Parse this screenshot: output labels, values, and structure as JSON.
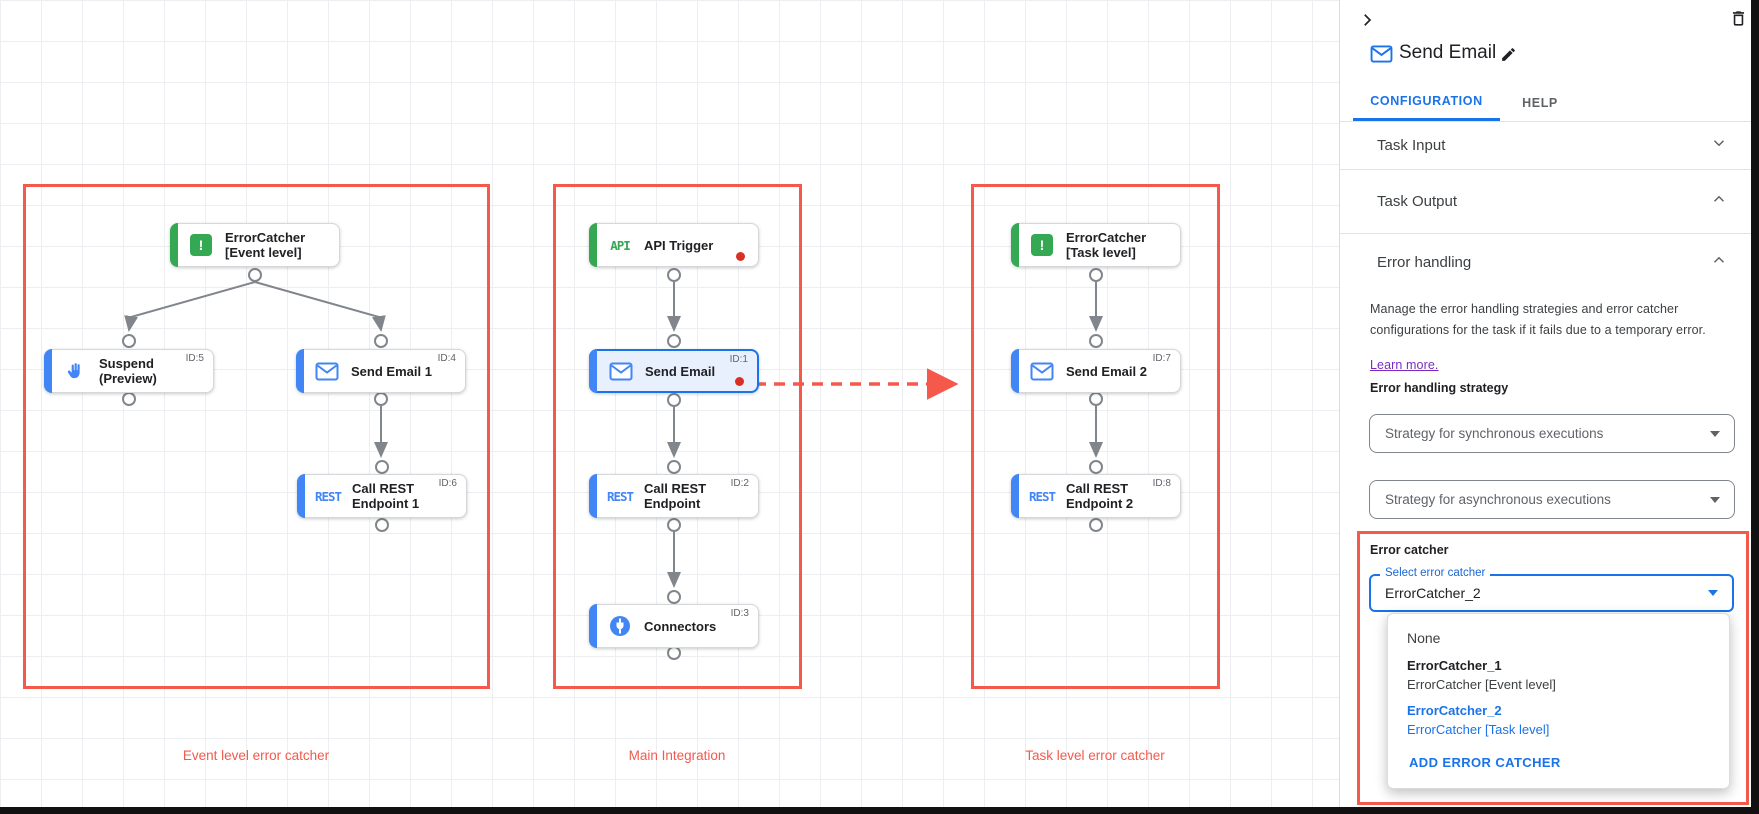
{
  "canvas": {
    "captions": [
      "Event level error catcher",
      "Main Integration",
      "Task level error catcher"
    ],
    "icon_texts": {
      "api": "API",
      "rest": "REST"
    },
    "nodes": [
      {
        "label": "ErrorCatcher",
        "sublabel": "[Event level]",
        "id": ""
      },
      {
        "label": "Suspend",
        "sublabel": "(Preview)",
        "id": "ID:5"
      },
      {
        "label": "Send Email 1",
        "sublabel": "",
        "id": "ID:4"
      },
      {
        "label": "Call REST",
        "sublabel": "Endpoint 1",
        "id": "ID:6"
      },
      {
        "label": "API Trigger",
        "sublabel": "",
        "id": ""
      },
      {
        "label": "Send Email",
        "sublabel": "",
        "id": "ID:1"
      },
      {
        "label": "Call REST",
        "sublabel": "Endpoint",
        "id": "ID:2"
      },
      {
        "label": "Connectors",
        "sublabel": "",
        "id": "ID:3"
      },
      {
        "label": "ErrorCatcher",
        "sublabel": "[Task level]",
        "id": ""
      },
      {
        "label": "Send Email 2",
        "sublabel": "",
        "id": "ID:7"
      },
      {
        "label": "Call REST",
        "sublabel": "Endpoint 2",
        "id": "ID:8"
      }
    ],
    "colors": {
      "annotation_red": "#f4594c",
      "node_green": "#34a853",
      "node_blue": "#4285f4",
      "selected_blue": "#1a73e8",
      "edge_gray": "#80868b",
      "red_dot": "#d93025"
    }
  },
  "panel": {
    "title": "Send Email",
    "tabs": {
      "configuration": "CONFIGURATION",
      "help": "HELP"
    },
    "sections": {
      "task_input": "Task Input",
      "task_output": "Task Output",
      "error_handling": "Error handling"
    },
    "error_handling": {
      "description": "Manage the error handling strategies and error catcher configurations for the task if it fails due to a temporary error.",
      "learn_more": "Learn more.",
      "strategy_label": "Error handling strategy",
      "sync_value": "Strategy for synchronous executions",
      "async_value": "Strategy for asynchronous executions",
      "catcher_label": "Error catcher",
      "select_label": "Select error catcher",
      "select_value": "ErrorCatcher_2",
      "menu": {
        "none_label": "None",
        "options": [
          {
            "name": "ErrorCatcher_1",
            "desc": "ErrorCatcher [Event level]"
          },
          {
            "name": "ErrorCatcher_2",
            "desc": "ErrorCatcher [Task level]"
          }
        ],
        "add_label": "ADD ERROR CATCHER"
      }
    }
  }
}
